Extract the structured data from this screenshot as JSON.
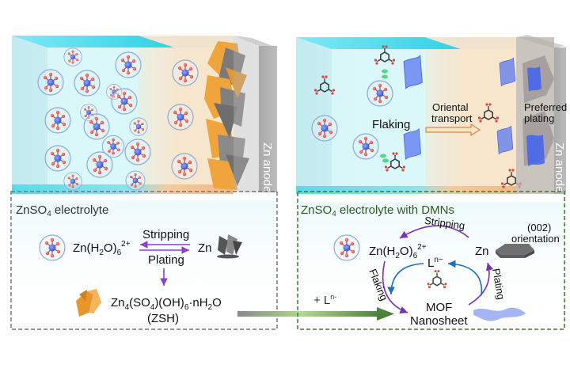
{
  "panels": {
    "left": {
      "anode_label": "Zn anode",
      "caption_main": "ZnSO",
      "caption_sub": "4",
      "caption_rest": " electrolyte",
      "reaction": {
        "reactant_main": "Zn(H",
        "reactant_sub1": "2",
        "reactant_mid": "O)",
        "reactant_sub2": "6",
        "reactant_sup": "2+",
        "product": "Zn",
        "forward_label": "Stripping",
        "reverse_label": "Plating",
        "byproduct_formula_a": "Zn",
        "byproduct_sub1": "4",
        "byproduct_formula_b": "(SO",
        "byproduct_sub2": "4",
        "byproduct_formula_c": ")(OH)",
        "byproduct_sub3": "6",
        "byproduct_formula_d": "·nH",
        "byproduct_sub4": "2",
        "byproduct_formula_e": "O",
        "byproduct_abbrev": "(ZSH)"
      },
      "colors": {
        "electrolyte": "#d6f6f8",
        "electrolyte_top": "#4fd6e8",
        "byproduct": "#f0a43c",
        "anode": "#9a9a9a",
        "arrow": "#8a3fcf",
        "border": "#777777"
      }
    },
    "right": {
      "anode_label": "Zn anode",
      "flaking_label": "Flaking",
      "transport_label_1": "Oriental",
      "transport_label_2": "transport",
      "preferred_label_1": "Preferred",
      "preferred_label_2": "plating",
      "caption_main": "ZnSO",
      "caption_sub": "4",
      "caption_rest": " electrolyte with DMNs",
      "cycle": {
        "reactant_main": "Zn(H",
        "reactant_sub1": "2",
        "reactant_mid": "O)",
        "reactant_sub2": "6",
        "reactant_sup": "2+",
        "product": "Zn",
        "ligand": "L",
        "ligand_sup": "n−",
        "stripping_label": "Stripping",
        "flaking_label": "Flaking",
        "plating_label": "Plating",
        "mof_label_1": "MOF",
        "mof_label_2": "Nanosheet",
        "orientation_label_1": "(002)",
        "orientation_label_2": "orientation"
      },
      "colors": {
        "electrolyte": "#d6f6f8",
        "transport_zone": "#fbe6cc",
        "nanosheet": "#5a78f0",
        "arrow_purple": "#7a2fb8",
        "arrow_blue": "#1a6fc0",
        "border": "#3b7a2a",
        "caption": "#2d5a1f"
      }
    },
    "connector": {
      "label": "+ L",
      "label_sup": "n-",
      "color_start": "#888888",
      "color_mid": "#a8d888",
      "color_end": "#3f7a2a"
    }
  }
}
